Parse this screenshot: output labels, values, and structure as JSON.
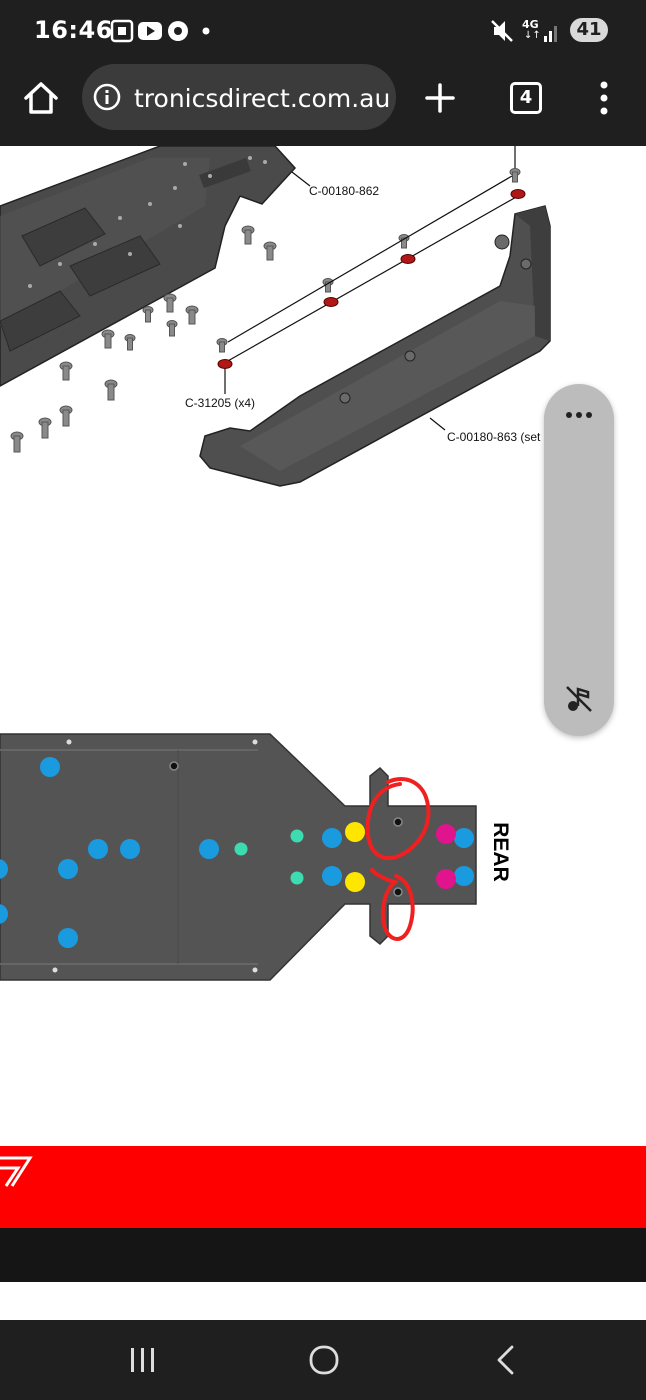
{
  "status_bar": {
    "time": "16:46",
    "network": "4G",
    "battery": "41",
    "icons": [
      "screenshot-icon",
      "youtube-icon",
      "chrome-icon",
      "dot-icon",
      "mute-icon",
      "signal-icon"
    ]
  },
  "browser": {
    "url": "tronicsdirect.com.au",
    "tab_count": "4",
    "icons": [
      "home-icon",
      "site-info-icon",
      "new-tab-icon",
      "menu-icon"
    ]
  },
  "diagram": {
    "labels": {
      "chassis_part": "C-00180-862",
      "screw_part": "C-31205 (x4)",
      "side_guard_part": "C-00180-863 (set"
    },
    "rear_label": "REAR",
    "marker_colors": {
      "blue": "#1a9be0",
      "yellow": "#ffe600",
      "magenta": "#e0148c",
      "teal": "#3ddbb0",
      "annotation_red": "#f02020"
    }
  },
  "media_pill": {
    "icons": [
      "more-dots-icon",
      "music-off-icon"
    ]
  },
  "nav_bar": {
    "icons": [
      "recents-icon",
      "home-circle-icon",
      "back-icon"
    ]
  }
}
